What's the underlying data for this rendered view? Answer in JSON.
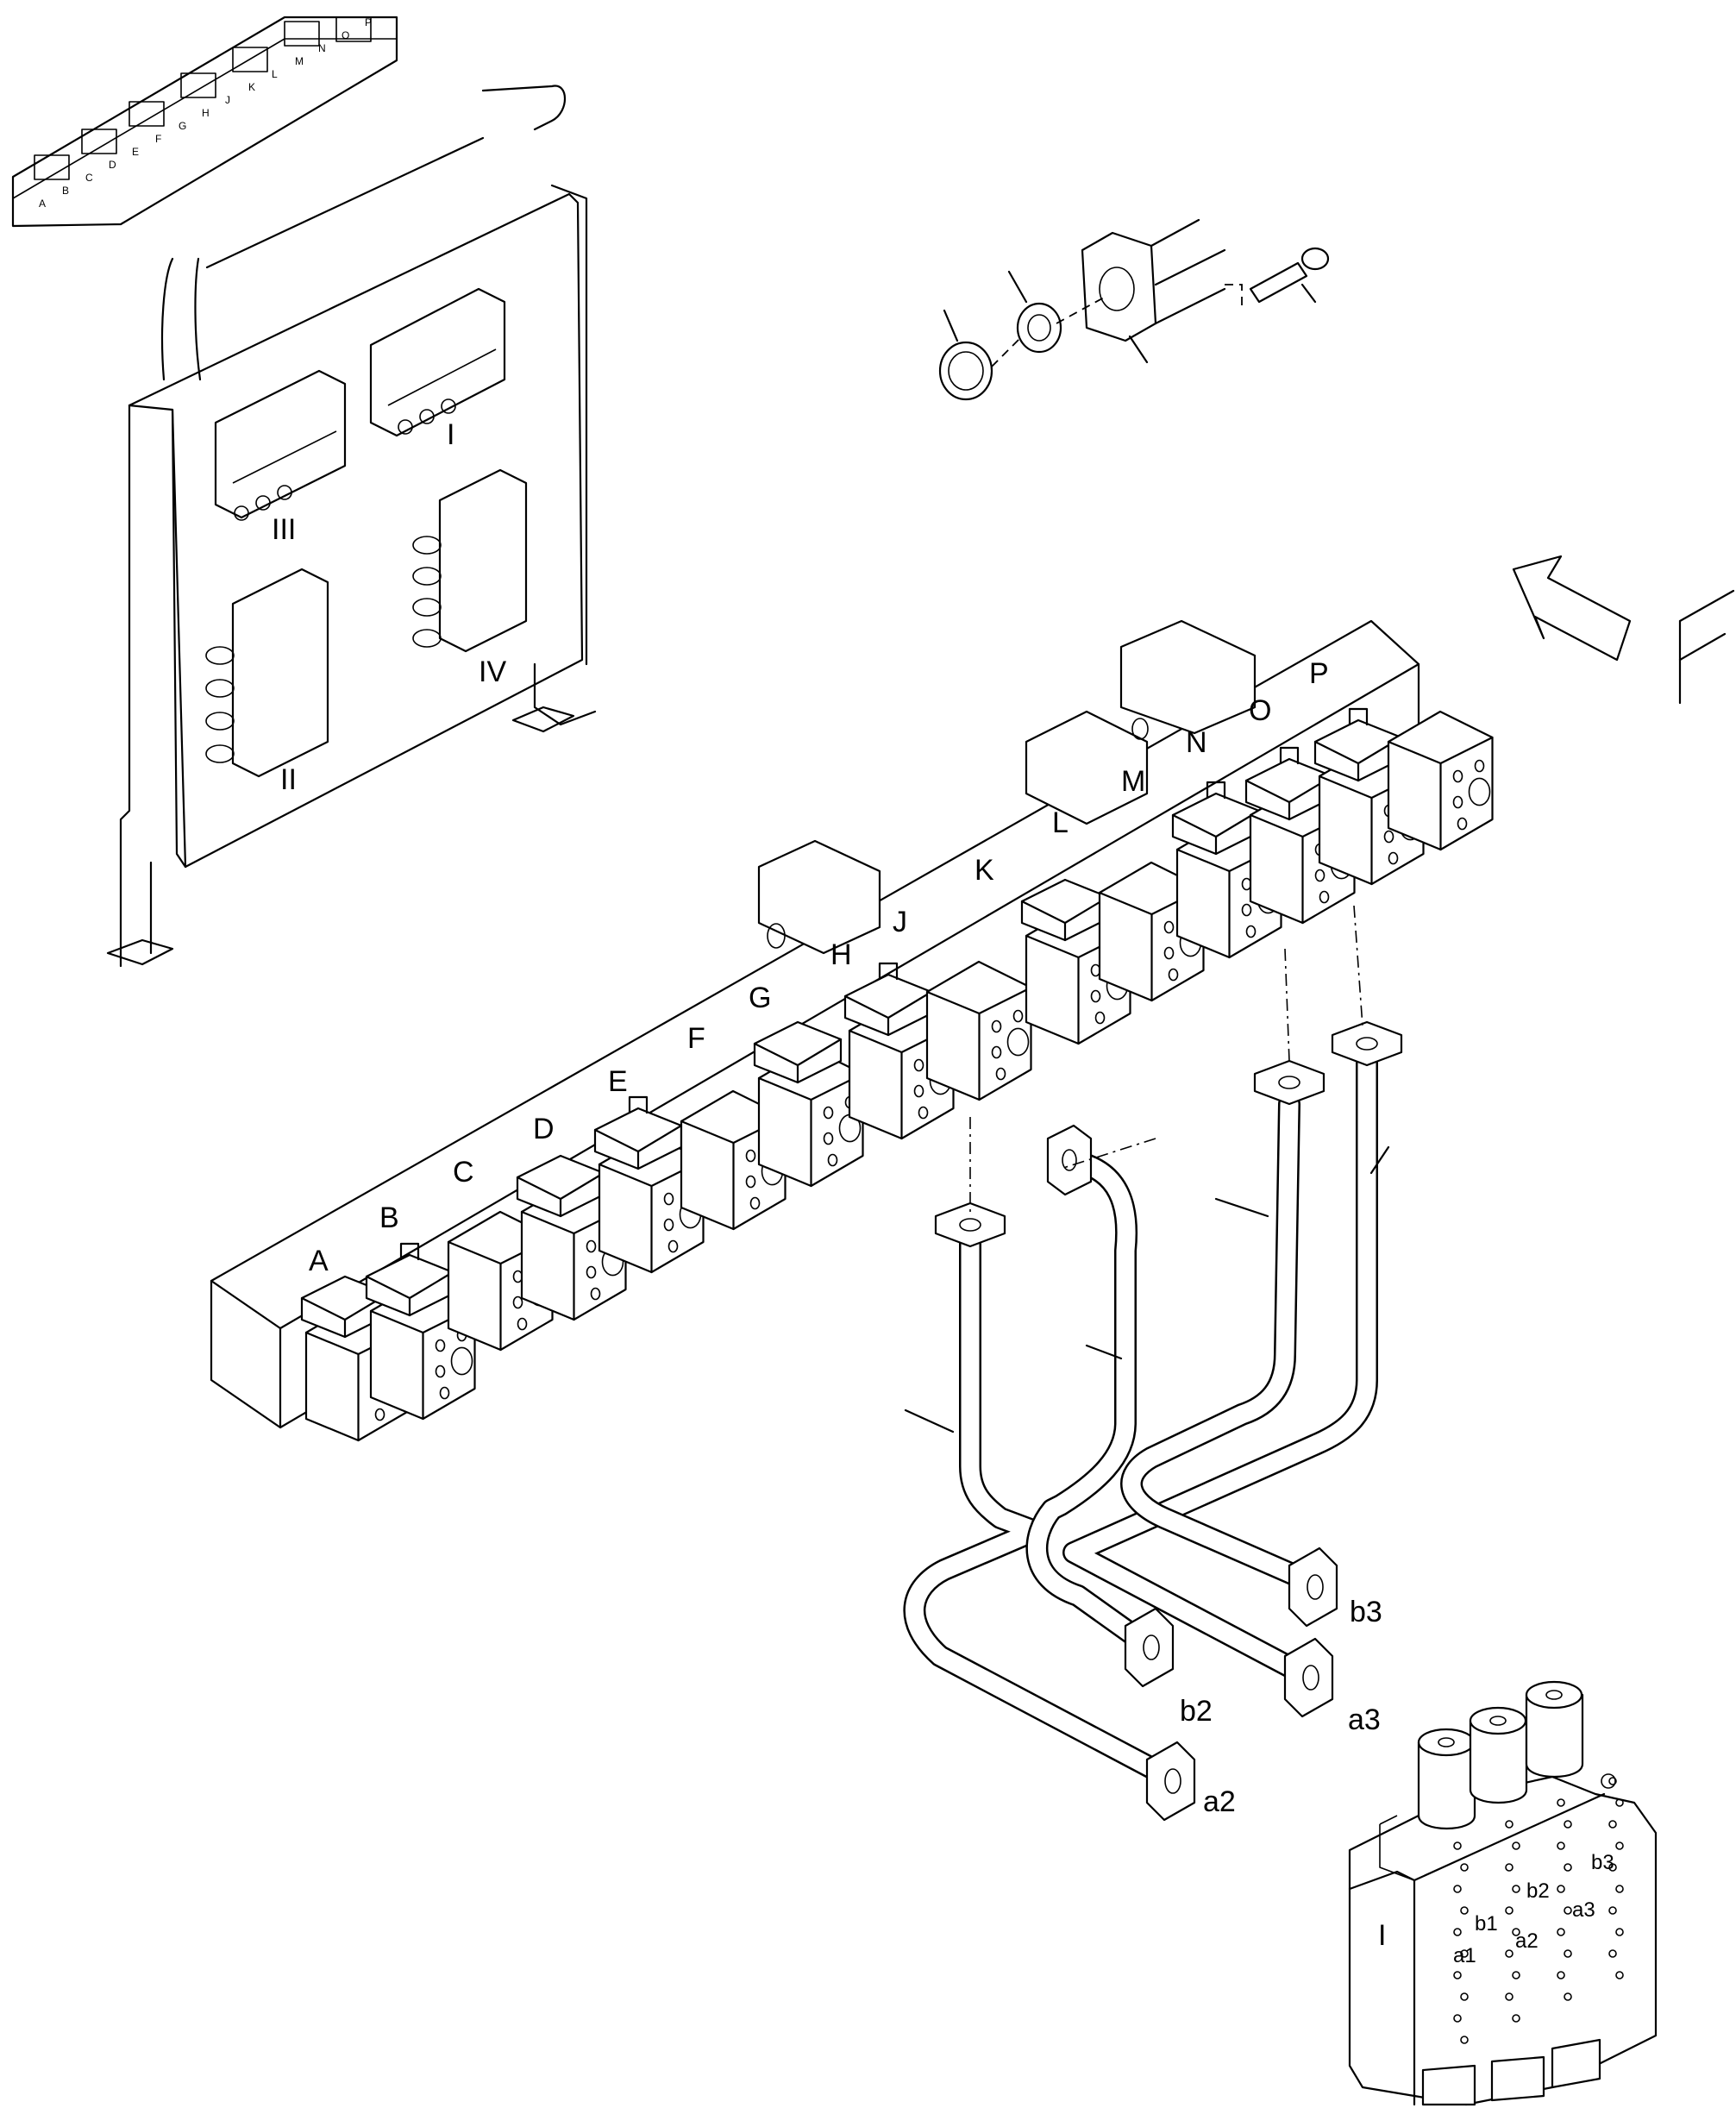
{
  "diagram": {
    "valve_sections": [
      "A",
      "B",
      "C",
      "D",
      "E",
      "F",
      "G",
      "H",
      "J",
      "K",
      "L",
      "M",
      "N",
      "O",
      "P"
    ],
    "frame_valve_blocks": [
      "I",
      "II",
      "III",
      "IV"
    ],
    "pipe_connections": [
      "b3",
      "b2",
      "a3",
      "a2"
    ],
    "control_valve_ports": [
      "b3",
      "b2",
      "b1",
      "a3",
      "a2",
      "a1"
    ],
    "control_valve_id": "I",
    "view_marker": "F"
  }
}
